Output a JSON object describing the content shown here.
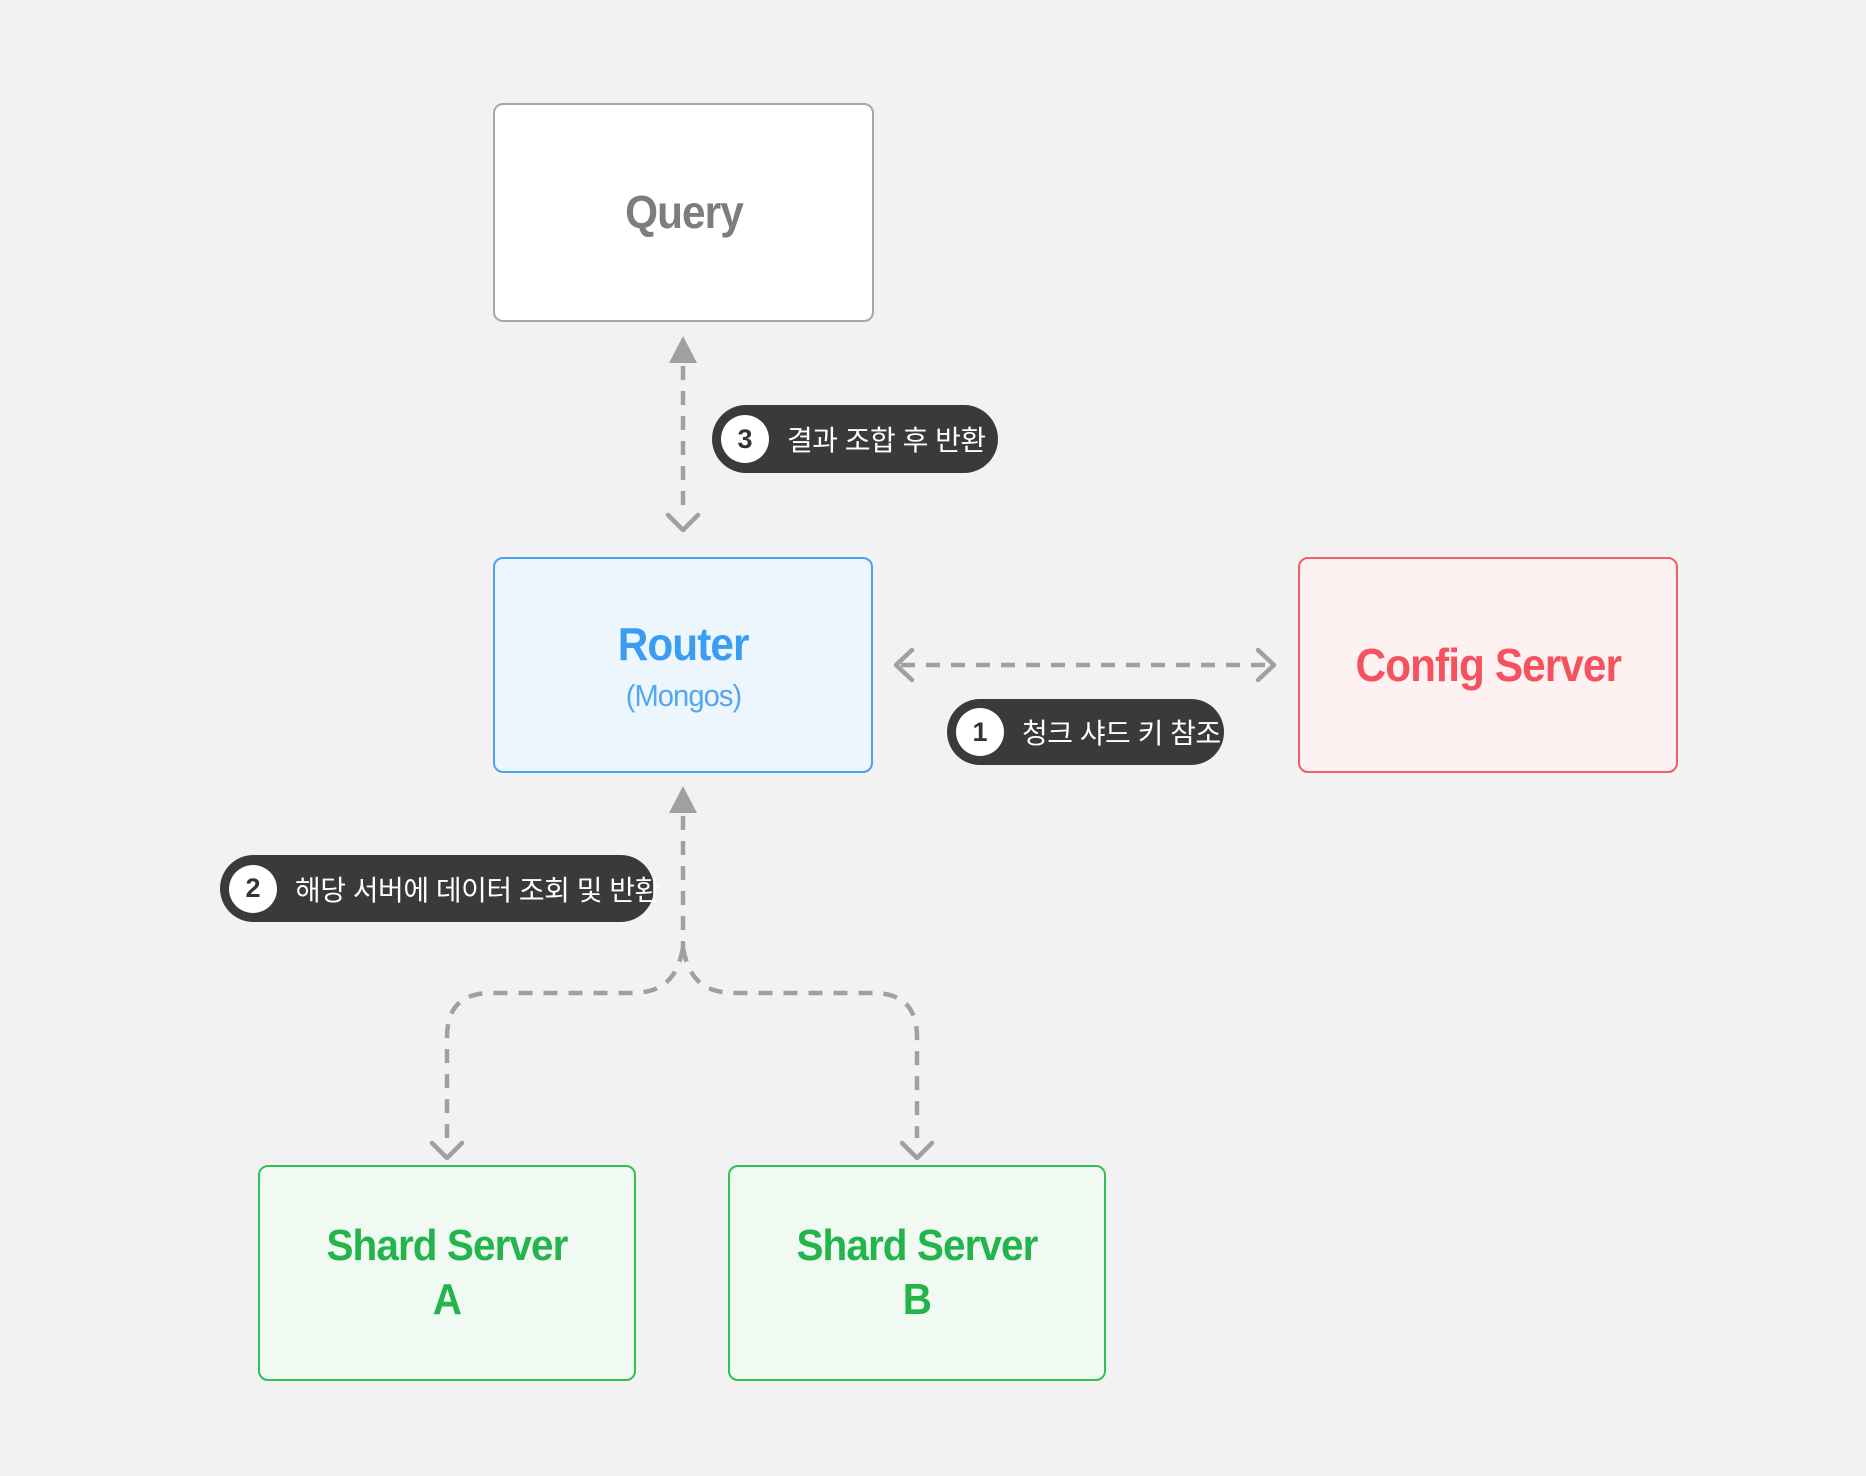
{
  "nodes": {
    "query": {
      "label": "Query"
    },
    "router": {
      "label": "Router",
      "sublabel": "(Mongos)"
    },
    "config": {
      "label": "Config Server"
    },
    "shard_a": {
      "label": "Shard Server\nA"
    },
    "shard_b": {
      "label": "Shard Server\nB"
    }
  },
  "steps": [
    {
      "num": "1",
      "label": "청크 샤드 키 참조"
    },
    {
      "num": "2",
      "label": "해당 서버에 데이터 조회 및 반환"
    },
    {
      "num": "3",
      "label": "결과 조합 후 반환"
    }
  ],
  "colors": {
    "background": "#f2f2f2",
    "query_border": "#a8a8a8",
    "query_text": "#7d7d7d",
    "router_accent": "#3b9cf3",
    "router_sub": "#55a7f0",
    "router_border": "#4ba1f5",
    "router_bg": "#edf5fd",
    "config_accent": "#f5515f",
    "config_border": "#f0606b",
    "config_bg": "#fdf2f1",
    "shard_accent": "#23b44b",
    "shard_border": "#2fc153",
    "shard_bg": "#f0faf2",
    "pill_bg": "#3a3a3a",
    "pill_text": "#ffffff",
    "arrow": "#a0a0a0"
  }
}
